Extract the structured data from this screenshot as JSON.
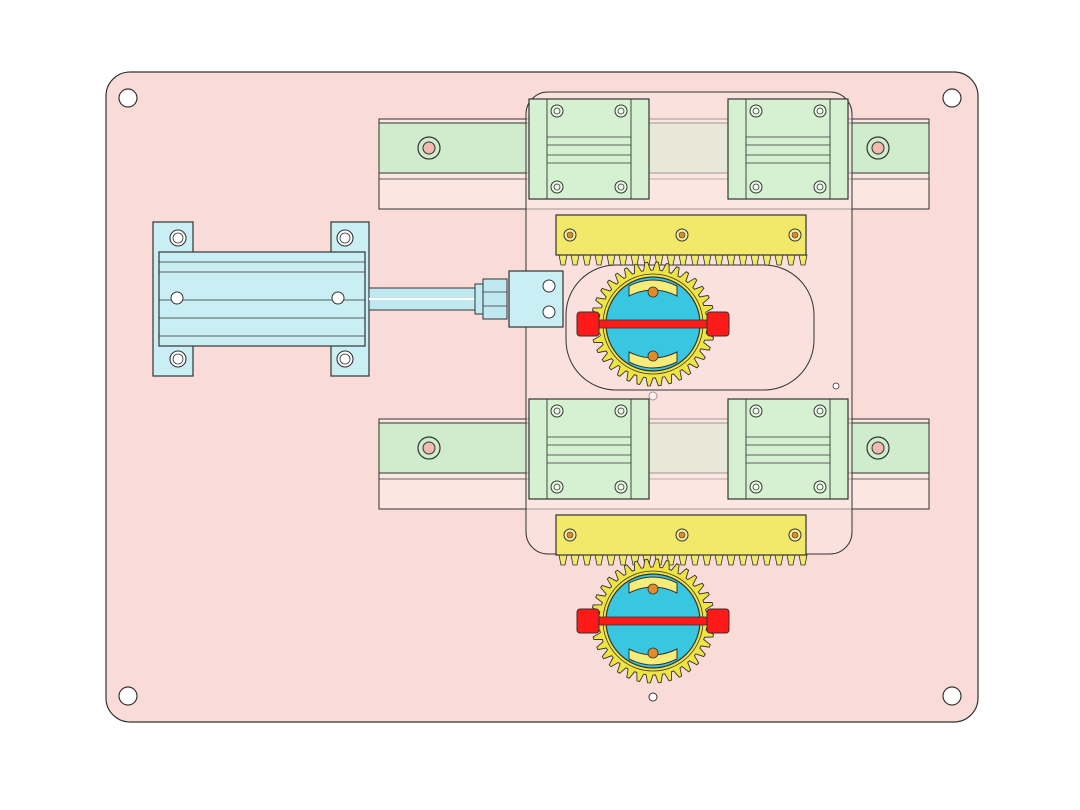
{
  "title": "",
  "colors": {
    "background": "#ffffff",
    "base_plate": "#f9dcd7",
    "rail": "#cfeccc",
    "carriage_block": "#d6f1d2",
    "slide_plate": "#fbe6e2",
    "cylinder": "#c9eef3",
    "rod": "#bfe8f0",
    "rack": "#f2e86a",
    "gear": "#f0e442",
    "disc": "#39c6e0",
    "clamp_bar": "#ff1a1a",
    "slot": "#f6ec7a",
    "bolt": "#e08b2c",
    "outline": "#333333"
  },
  "components": {
    "base_plate": "base-plate",
    "linear_rails": [
      "upper-linear-rail",
      "lower-linear-rail"
    ],
    "carriage_blocks": 4,
    "pneumatic_cylinder": "pneumatic-cylinder",
    "gear_racks": [
      "upper-gear-rack",
      "lower-gear-rack"
    ],
    "rotary_gears": [
      "upper-rotary-gear",
      "lower-rotary-gear"
    ]
  }
}
